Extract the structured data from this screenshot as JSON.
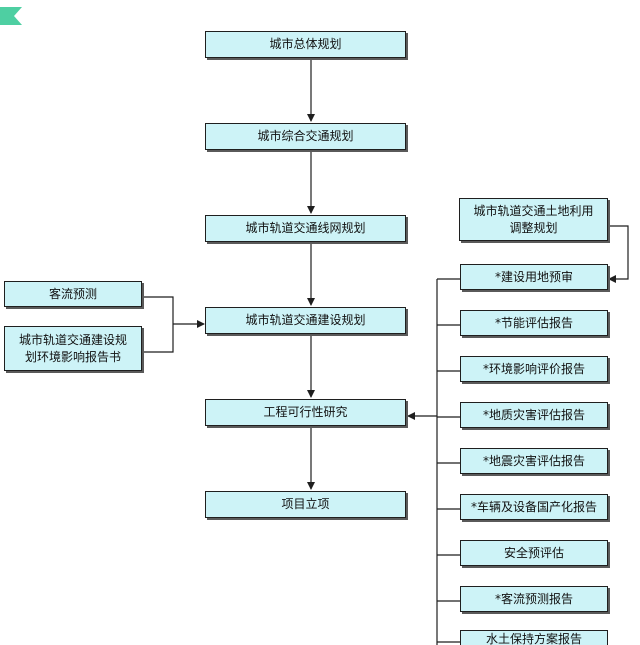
{
  "main_chain": {
    "n1": "城市总体规划",
    "n2": "城市综合交通规划",
    "n3": "城市轨道交通线网规划",
    "n4": "城市轨道交通建设规划",
    "n5": "工程可行性研究",
    "n6": "项目立项"
  },
  "left_inputs": {
    "passenger_forecast": "客流预测",
    "env_report": "城市轨道交通建设规\n划环境影响报告书"
  },
  "right_column": {
    "land_use": "城市轨道交通土地利用\n调整规划",
    "items": [
      "*建设用地预审",
      "*节能评估报告",
      "*环境影响评价报告",
      "*地质灾害评估报告",
      "*地震灾害评估报告",
      "*车辆及设备国产化报告",
      "安全预评估",
      "*客流预测报告",
      "水土保持方案报告"
    ]
  },
  "colors": {
    "box_fill": "#cdf3f7",
    "box_border": "#1f1f1f",
    "connector": "#1f1f1f",
    "corner_tab": "#4ecfa2"
  }
}
